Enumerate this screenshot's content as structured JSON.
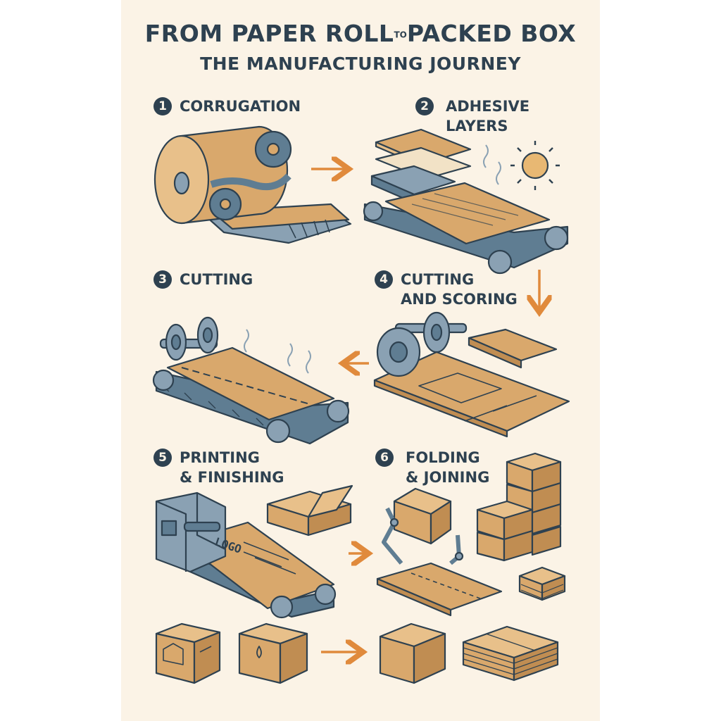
{
  "title": {
    "before": "FROM PAPER ROLL",
    "connector": "TO",
    "after": "PACKED BOX"
  },
  "subtitle": "THE MANUFACTURING JOURNEY",
  "steps": [
    {
      "number": "1",
      "line1": "CORRUGATION",
      "line2": ""
    },
    {
      "number": "2",
      "line1": "ADHESIVE",
      "line2": "LAYERS"
    },
    {
      "number": "3",
      "line1": "CUTTING",
      "line2": ""
    },
    {
      "number": "4",
      "line1": "CUTTING",
      "line2": "AND SCORING"
    },
    {
      "number": "5",
      "line1": "PRINTING",
      "line2": "& FINISHING"
    },
    {
      "number": "6",
      "line1": "FOLDING",
      "line2": "& JOINING"
    }
  ],
  "printed_logo": "LOGO",
  "colors": {
    "background": "#fbf3e6",
    "ink": "#2e4150",
    "cardboard": "#d9a86c",
    "arrow": "#e08a3c",
    "machine": "#5f7d92"
  }
}
